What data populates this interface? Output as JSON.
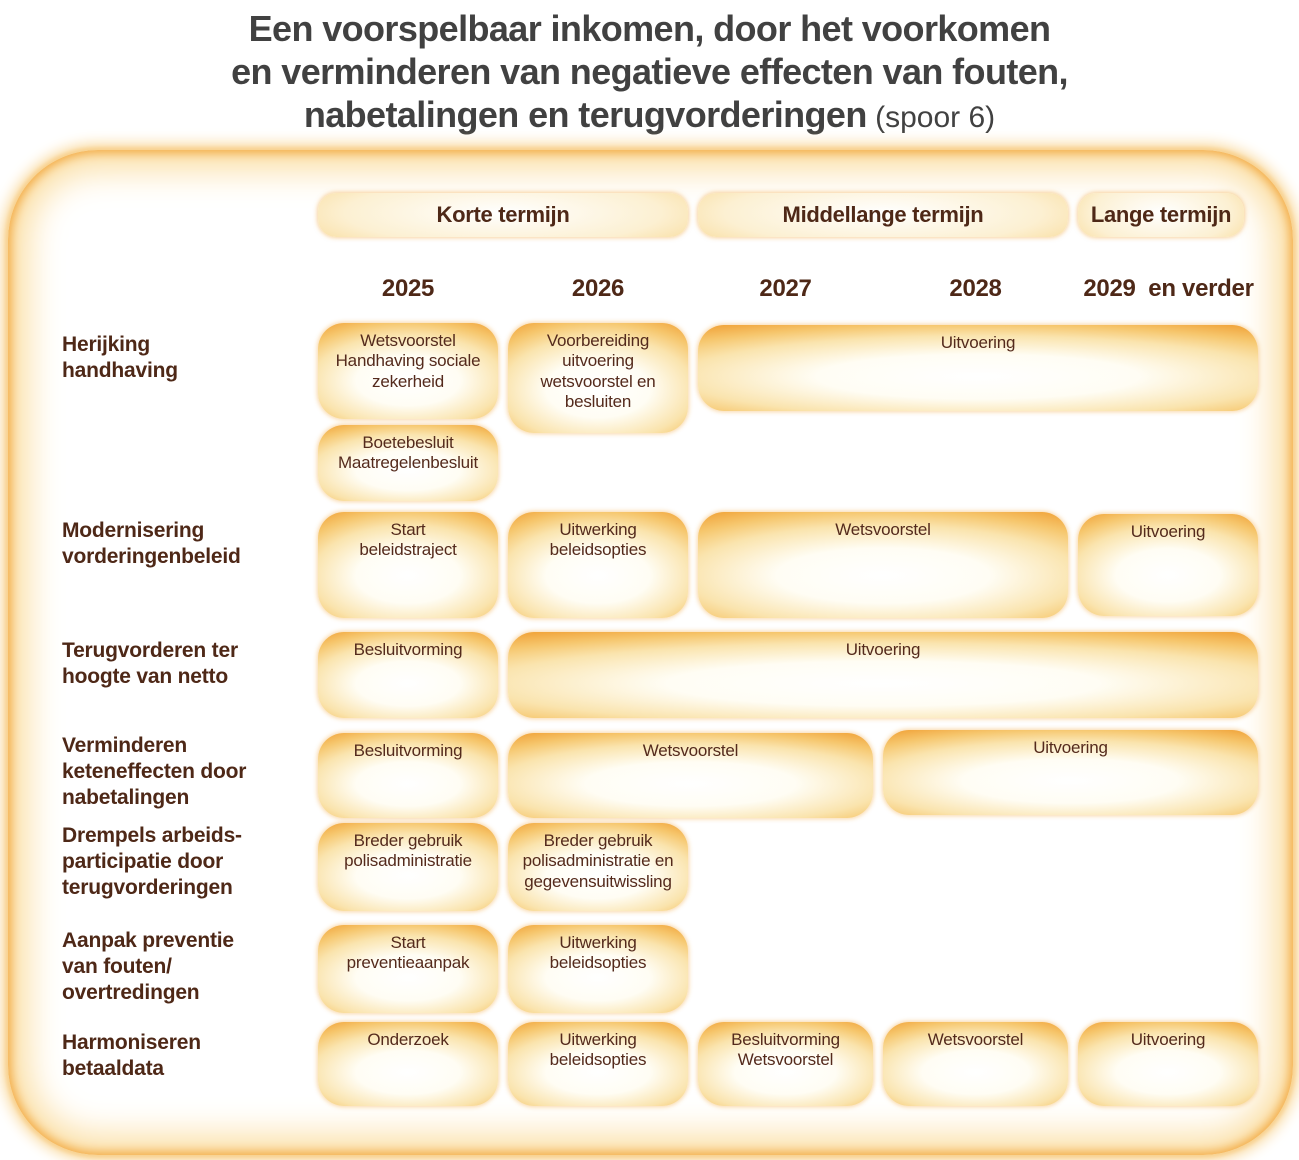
{
  "title": {
    "line1": "Een voorspelbaar inkomen, door het voorkomen",
    "line2": "en verminderen van negatieve effecten van fouten,",
    "line3": "nabetalingen en terugvorderingen",
    "suffix": " (spoor 6)"
  },
  "legend": {
    "terms": [
      {
        "label": "Korte termijn",
        "covers": [
          "2025",
          "2026"
        ]
      },
      {
        "label": "Middellange termijn",
        "covers": [
          "2027",
          "2028"
        ]
      },
      {
        "label": "Lange termijn",
        "covers": [
          "2029 en verder"
        ]
      }
    ],
    "years": [
      "2025",
      "2026",
      "2027",
      "2028",
      "2029  en verder"
    ]
  },
  "colors": {
    "bar_edge_orange": "#f1a73f",
    "bar_mid_gold": "#f8d68c",
    "bar_center": "#ffffff",
    "text_brown": "#542a1c",
    "label_brown": "#4e2817",
    "title_gray": "#414141"
  },
  "rows": [
    {
      "label": "Herijking\nhandhaving",
      "bars": [
        {
          "label": "Wetsvoorstel\nHandhaving sociale\nzekerheid",
          "period": "2025"
        },
        {
          "label": "Voorbereiding\nuitvoering\nwetsvoorstel en\nbesluiten",
          "period": "2026"
        },
        {
          "label": "Uitvoering",
          "period": "2027-2029 en verder"
        },
        {
          "label": "Boetebesluit\nMaatregelenbesluit",
          "period": "2025"
        }
      ]
    },
    {
      "label": "Modernisering\nvorderingenbeleid",
      "bars": [
        {
          "label": "Start\nbeleidstraject",
          "period": "2025"
        },
        {
          "label": "Uitwerking\nbeleidsopties",
          "period": "2026"
        },
        {
          "label": "Wetsvoorstel",
          "period": "2027-2028"
        },
        {
          "label": "Uitvoering",
          "period": "2029 en verder"
        }
      ]
    },
    {
      "label": "Terugvorderen ter\nhoogte van netto",
      "bars": [
        {
          "label": "Besluitvorming",
          "period": "2025"
        },
        {
          "label": "Uitvoering",
          "period": "2026-2029 en verder"
        }
      ]
    },
    {
      "label": "Verminderen\nketeneffecten door\nnabetalingen",
      "bars": [
        {
          "label": "Besluitvorming",
          "period": "2025"
        },
        {
          "label": "Wetsvoorstel",
          "period": "2026-2027"
        },
        {
          "label": "Uitvoering",
          "period": "2028-2029 en verder"
        }
      ]
    },
    {
      "label": "Drempels arbeids-\nparticipatie door\nterugvorderingen",
      "bars": [
        {
          "label": "Breder gebruik\npolisadministratie",
          "period": "2025"
        },
        {
          "label": "Breder gebruik\npolisadministratie en\ngegevensuitwissling",
          "period": "2026"
        }
      ]
    },
    {
      "label": "Aanpak preventie\nvan fouten/\novertredingen",
      "bars": [
        {
          "label": "Start\npreventieaanpak",
          "period": "2025"
        },
        {
          "label": "Uitwerking\nbeleidsopties",
          "period": "2026"
        }
      ]
    },
    {
      "label": "Harmoniseren\nbetaaldata",
      "bars": [
        {
          "label": "Onderzoek",
          "period": "2025"
        },
        {
          "label": "Uitwerking\nbeleidsopties",
          "period": "2026"
        },
        {
          "label": "Besluitvorming\nWetsvoorstel",
          "period": "2027"
        },
        {
          "label": "Wetsvoorstel",
          "period": "2028"
        },
        {
          "label": "Uitvoering",
          "period": "2029 en verder"
        }
      ]
    }
  ]
}
